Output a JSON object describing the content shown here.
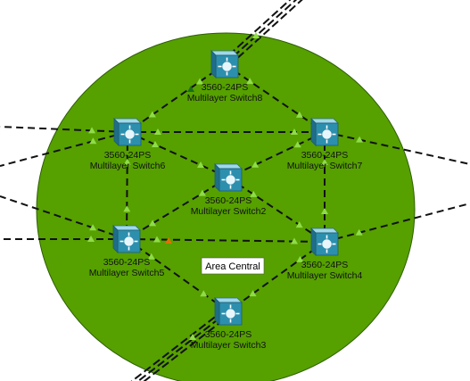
{
  "area": {
    "label": "Area Central",
    "fill_color": "#56a000",
    "border_color": "#2d5e00"
  },
  "link_style": {
    "color": "#111111",
    "led_color": "#8fdc4a",
    "led_alert_color": "#e07000",
    "led_dark_color": "#1a6e1a"
  },
  "devices": [
    {
      "id": "sw8",
      "model": "3560-24PS",
      "name": "Multilayer Switch8"
    },
    {
      "id": "sw6",
      "model": "3560-24PS",
      "name": "Multilayer Switch6"
    },
    {
      "id": "sw7",
      "model": "3560-24PS",
      "name": "Multilayer Switch7"
    },
    {
      "id": "sw2",
      "model": "3560-24PS",
      "name": "Multilayer Switch2"
    },
    {
      "id": "sw5",
      "model": "3560-24PS",
      "name": "Multilayer Switch5"
    },
    {
      "id": "sw4",
      "model": "3560-24PS",
      "name": "Multilayer Switch4"
    },
    {
      "id": "sw3",
      "model": "3560-24PS",
      "name": "Multilayer Switch3"
    }
  ],
  "connections": [
    [
      "sw8",
      "sw6"
    ],
    [
      "sw8",
      "sw7"
    ],
    [
      "sw6",
      "sw7"
    ],
    [
      "sw6",
      "sw2"
    ],
    [
      "sw6",
      "sw5"
    ],
    [
      "sw7",
      "sw2"
    ],
    [
      "sw7",
      "sw4"
    ],
    [
      "sw2",
      "sw5"
    ],
    [
      "sw2",
      "sw4"
    ],
    [
      "sw5",
      "sw4"
    ],
    [
      "sw5",
      "sw3"
    ],
    [
      "sw4",
      "sw3"
    ]
  ],
  "external_connections": [
    {
      "device": "sw6",
      "direction": "left"
    },
    {
      "device": "sw6",
      "direction": "left-low"
    },
    {
      "device": "sw5",
      "direction": "left"
    },
    {
      "device": "sw5",
      "direction": "left-high"
    },
    {
      "device": "sw7",
      "direction": "right"
    },
    {
      "device": "sw4",
      "direction": "right"
    },
    {
      "device": "sw8",
      "direction": "top-right-triple"
    },
    {
      "device": "sw3",
      "direction": "bottom-left-triple"
    }
  ]
}
